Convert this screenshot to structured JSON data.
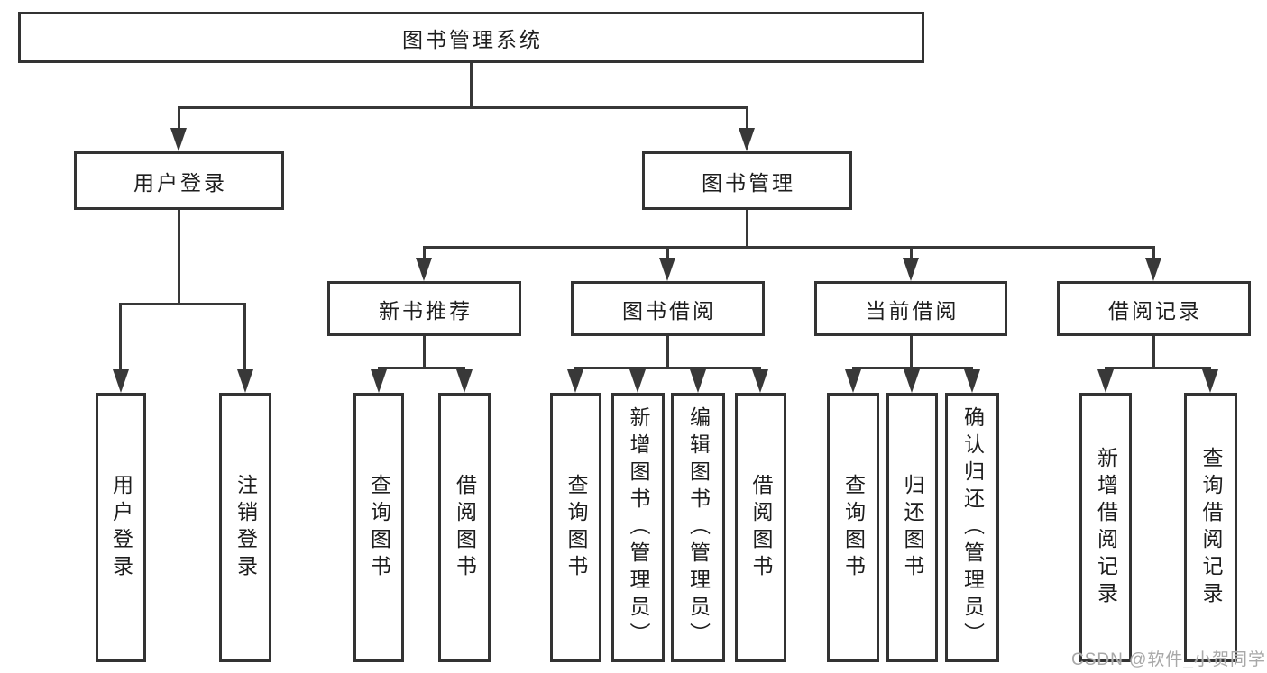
{
  "diagram": {
    "title": "图书管理系统",
    "type": "hierarchy-tree",
    "colors": {
      "line": "#383838",
      "box_border": "#333333",
      "text": "#1d1d1d",
      "background": "#ffffff",
      "watermark": "#a8a8a8"
    },
    "tree": {
      "label": "图书管理系统",
      "children": [
        {
          "label": "用户登录",
          "children": [
            {
              "label": "用户登录"
            },
            {
              "label": "注销登录"
            }
          ]
        },
        {
          "label": "图书管理",
          "children": [
            {
              "label": "新书推荐",
              "children": [
                {
                  "label": "查询图书"
                },
                {
                  "label": "借阅图书"
                }
              ]
            },
            {
              "label": "图书借阅",
              "children": [
                {
                  "label": "查询图书"
                },
                {
                  "label": "新增图书（管理员）"
                },
                {
                  "label": "编辑图书（管理员）"
                },
                {
                  "label": "借阅图书"
                }
              ]
            },
            {
              "label": "当前借阅",
              "children": [
                {
                  "label": "查询图书"
                },
                {
                  "label": "归还图书"
                },
                {
                  "label": "确认归还（管理员）"
                }
              ]
            },
            {
              "label": "借阅记录",
              "children": [
                {
                  "label": "新增借阅记录"
                },
                {
                  "label": "查询借阅记录"
                }
              ]
            }
          ]
        }
      ]
    }
  },
  "watermark": {
    "text": "CSDN @软件_小贺同学"
  }
}
